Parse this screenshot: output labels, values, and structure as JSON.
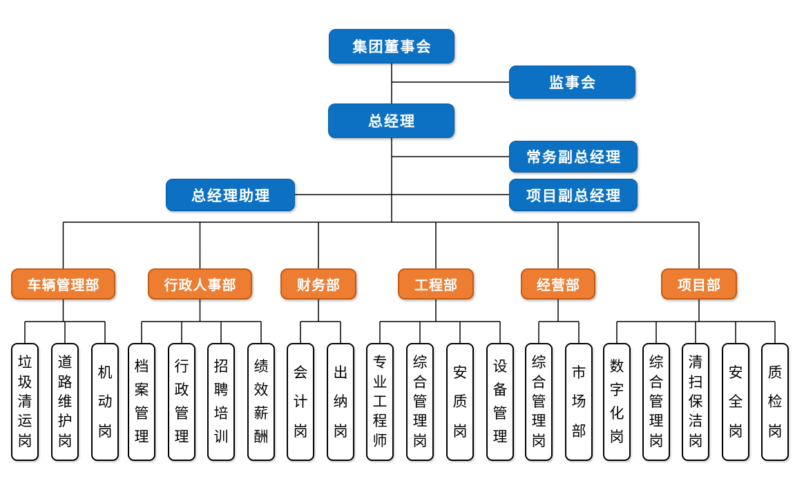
{
  "colors": {
    "background": "#FFFFFF",
    "executive-fill": "#0C71C2",
    "executive-border": "#0958A0",
    "executive-text": "#FFFFFF",
    "department-fill": "#ED7D31",
    "department-border": "#C45911",
    "department-text": "#FFFFFF",
    "position-fill": "#FFFFFF",
    "position-border": "#000000",
    "position-text": "#000000",
    "connector": "#000000"
  },
  "org": {
    "board": "集团董事会",
    "supervisory": "监事会",
    "general_manager": "总经理",
    "executive_deputy_gm": "常务副总经理",
    "gm_assistant": "总经理助理",
    "project_deputy_gm": "项目副总经理",
    "departments": [
      {
        "label": "车辆管理部",
        "positions": [
          "垃圾清运岗",
          "道路维护岗",
          "机动岗"
        ]
      },
      {
        "label": "行政人事部",
        "positions": [
          "档案管理",
          "行政管理",
          "招聘培训",
          "绩效薪酬"
        ]
      },
      {
        "label": "财务部",
        "positions": [
          "会计岗",
          "出纳岗"
        ]
      },
      {
        "label": "工程部",
        "positions": [
          "专业工程师",
          "综合管理岗",
          "安质岗",
          "设备管理"
        ]
      },
      {
        "label": "经营部",
        "positions": [
          "综合管理岗",
          "市场部"
        ]
      },
      {
        "label": "项目部",
        "positions": [
          "数字化岗",
          "综合管理岗",
          "清扫保洁岗",
          "安全岗",
          "质检岗"
        ]
      }
    ]
  }
}
